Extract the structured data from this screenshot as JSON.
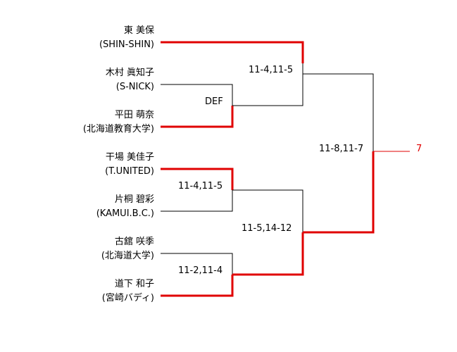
{
  "colors": {
    "winner_line": "#e00000",
    "normal_line": "#000000",
    "result_text": "#e00000"
  },
  "players": [
    {
      "name": "東 美保",
      "club": "(SHIN-SHIN)"
    },
    {
      "name": "木村 眞知子",
      "club": "(S-NICK)"
    },
    {
      "name": "平田 萌奈",
      "club": "(北海道教育大学)"
    },
    {
      "name": "干場 美佳子",
      "club": "(T.UNITED)"
    },
    {
      "name": "片桐 碧彩",
      "club": "(KAMUI.B.C.)"
    },
    {
      "name": "古舘 咲季",
      "club": "(北海道大学)"
    },
    {
      "name": "道下 和子",
      "club": "(宮崎バディ)"
    }
  ],
  "scores": {
    "r1_m1": "DEF",
    "r1_m2": "11-4,11-5",
    "r1_m3": "11-2,11-4",
    "r2_m1": "11-4,11-5",
    "r2_m2": "11-5,14-12",
    "final": "11-8,11-7"
  },
  "result": "7"
}
